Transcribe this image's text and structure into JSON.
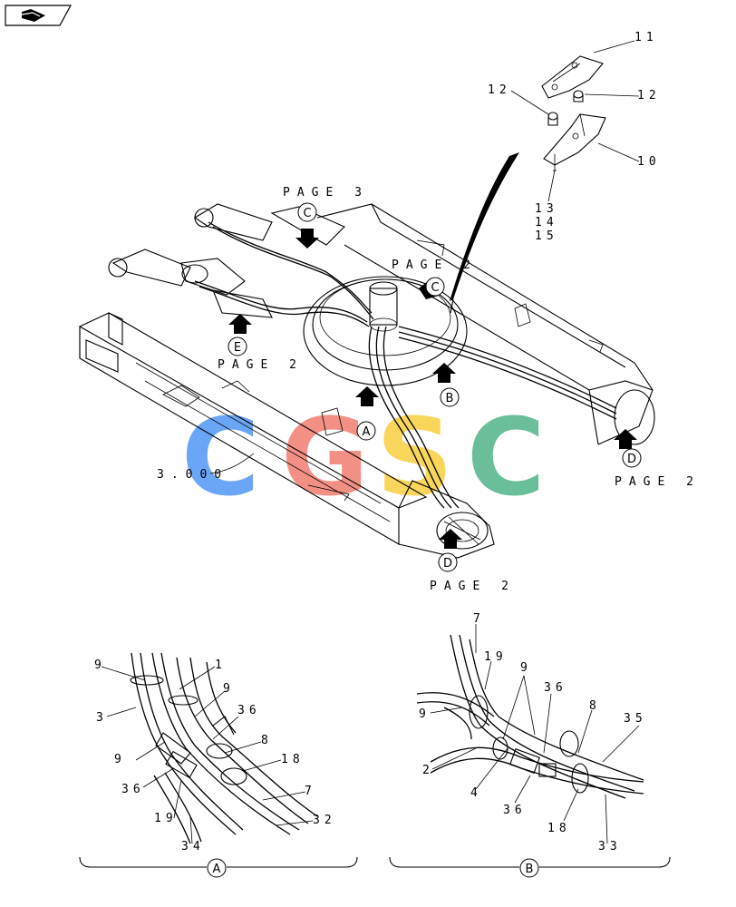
{
  "nav_badge": {
    "icon": "forward-arrow-icon"
  },
  "main_view": {
    "page_labels": {
      "top_c": "PAGE 3",
      "right_c": "PAGE 2",
      "left_a": "PAGE 2",
      "right_d": "PAGE 2",
      "bottom_d": "PAGE 2"
    },
    "reference_number": "3.000",
    "callouts": {
      "c_top": "C",
      "c_ring": "C",
      "e": "E",
      "a": "A",
      "b": "B",
      "d_right": "D",
      "d_bottom": "D"
    }
  },
  "bracket_detail": {
    "parts": {
      "p11": "11",
      "p12_left": "12",
      "p12_right": "12",
      "p10": "10",
      "p13": "13",
      "p14": "14",
      "p15": "15"
    }
  },
  "detail_a": {
    "title": "A",
    "parts": {
      "p9_top": "9",
      "p1": "1",
      "p9_mid": "9",
      "p3": "3",
      "p36_top": "36",
      "p8": "8",
      "p9_left": "9",
      "p18": "18",
      "p36_bot": "36",
      "p7": "7",
      "p19": "19",
      "p32": "32",
      "p34": "34"
    }
  },
  "detail_b": {
    "title": "B",
    "parts": {
      "p7": "7",
      "p19": "19",
      "p9_top": "9",
      "p36_top": "36",
      "p9_left": "9",
      "p8": "8",
      "p35": "35",
      "p2": "2",
      "p4": "4",
      "p36_bot": "36",
      "p18": "18",
      "p33": "33"
    }
  },
  "watermark": {
    "text": "CGSC",
    "colors": [
      "#5b9cf5",
      "#f2847a",
      "#f7d24a",
      "#5ab990"
    ]
  }
}
